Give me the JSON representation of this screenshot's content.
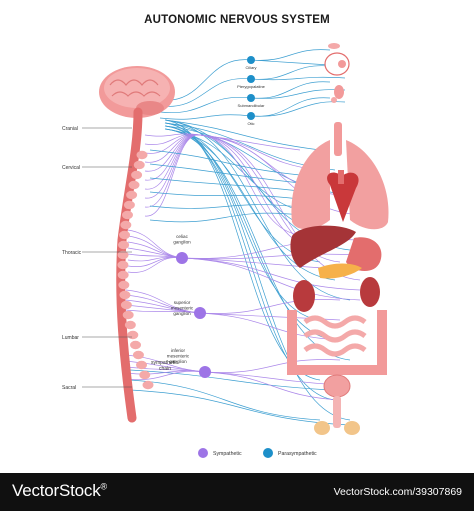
{
  "title": "AUTONOMIC NERVOUS SYSTEM",
  "colors": {
    "sympathetic": "#9d74e6",
    "parasympathetic": "#1d8fc9",
    "tissue": "#f3a3a3",
    "tissue_dark": "#e36d6d",
    "organ_red": "#c9383a"
  },
  "spine_labels": [
    "Cranial",
    "Cervical",
    "Thoracic",
    "Lumbar",
    "Sacral"
  ],
  "parasympathetic_ganglia": [
    "Ciliary",
    "Pterygopalatine",
    "Submandibular",
    "Otic"
  ],
  "sympathetic_ganglia": [
    "celiac ganglion",
    "superior mesenteric ganglion",
    "inferior mesenteric ganglion"
  ],
  "chain_label": "sympathetic chain",
  "legend": [
    {
      "label": "Sympathetic",
      "color": "#9d74e6"
    },
    {
      "label": "Parasympathetic",
      "color": "#1d8fc9"
    }
  ],
  "footer": {
    "brand": "VectorStock",
    "url": "VectorStock.com/39307869"
  }
}
